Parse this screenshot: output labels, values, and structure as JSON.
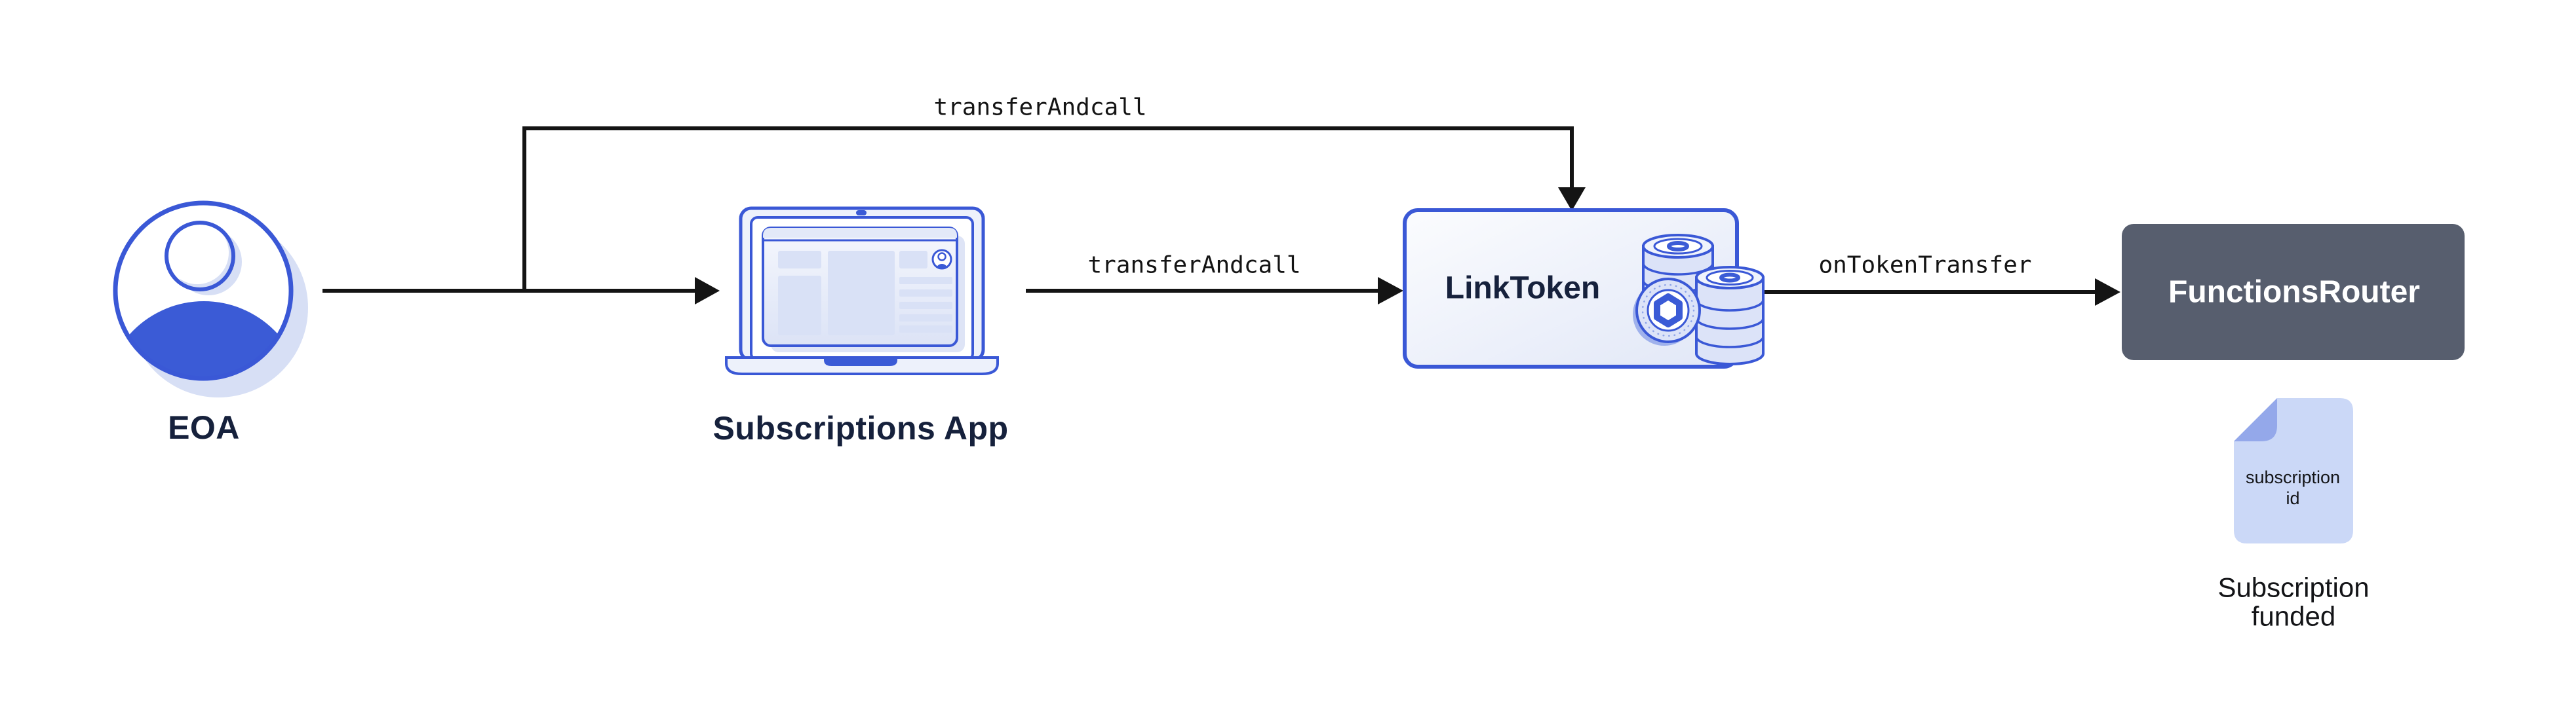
{
  "labels": {
    "eoa": "EOA",
    "subscriptions_app": "Subscriptions App",
    "link_token": "LinkToken",
    "functions_router": "FunctionsRouter",
    "edge_top": "transferAndcall",
    "edge_mid": "transferAndcall",
    "edge_right": "onTokenTransfer",
    "doc_line1": "subscription",
    "doc_line2": "id",
    "caption_line1": "Subscription",
    "caption_line2": "funded"
  },
  "colors": {
    "accent": "#3A58D6",
    "accent_fill": "#3B5BD6",
    "light_fill": "#EDF1FB",
    "block_fill": "#D9E1F6",
    "coin_fill": "#DCE3F8",
    "shadow_fill": "#D7DFF5",
    "doc_fill": "#CBD8F7",
    "doc_fold": "#94A8EA",
    "dark_node": "#575E6E",
    "line": "#141414",
    "label_navy": "#16213C",
    "text_black": "#131417"
  }
}
